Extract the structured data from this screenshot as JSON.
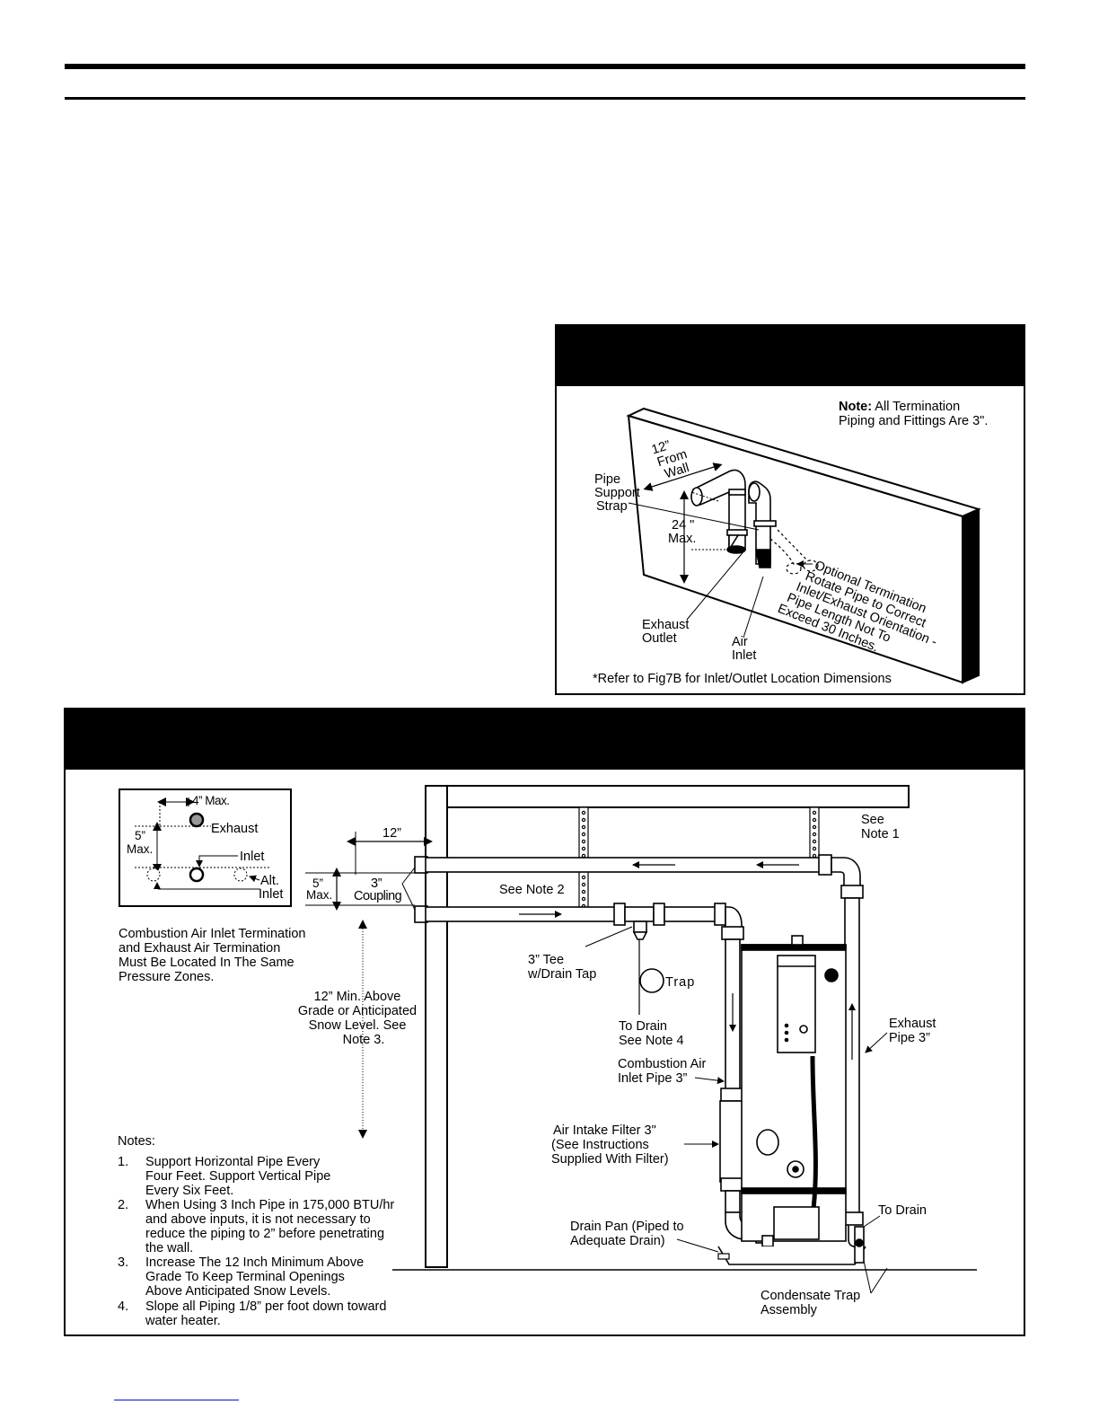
{
  "figure_a": {
    "note_bold": "Note:",
    "note_rest": "All Termination",
    "note_line2": "Piping and Fittings Are 3\".",
    "from_wall": [
      "12”",
      "From",
      "Wall"
    ],
    "pipe_support_strap": [
      "Pipe",
      "Support",
      "Strap"
    ],
    "max_24": [
      "24 \"",
      "Max."
    ],
    "exhaust_outlet": [
      "Exhaust",
      "Outlet"
    ],
    "air_inlet": [
      "Air",
      "Inlet"
    ],
    "optional_termination": [
      "Optional Termination",
      "Rotate Pipe to Correct",
      "Inlet/Exhaust Orientation -",
      "Pipe Length Not To",
      "Exceed 30 Inches."
    ],
    "refer": "*Refer to Fig7B for Inlet/Outlet Location Dimensions"
  },
  "figure_b": {
    "inset": {
      "max_4": "4” Max.",
      "exhaust": "Exhaust",
      "max_5": [
        "5”",
        "Max."
      ],
      "inlet": "Inlet",
      "alt_inlet": [
        "Alt.",
        "Inlet"
      ]
    },
    "pressure_zones": [
      "Combustion Air Inlet Termination",
      "and Exhaust Air Termination",
      "Must Be Located In The Same",
      "Pressure Zones."
    ],
    "dim_12": "12”",
    "max_5_side": [
      "5”",
      "Max."
    ],
    "coupling": [
      "3”",
      "Coupling"
    ],
    "see_note_1": [
      "See",
      "Note 1"
    ],
    "see_note_2": "See Note 2",
    "tee": [
      "3” Tee",
      "w/Drain Tap"
    ],
    "trap": "Trap",
    "to_drain_note4": [
      "To Drain",
      "See Note 4"
    ],
    "min_12": [
      "12” Min. Above",
      "Grade or Anticipated",
      "Snow Level.  See",
      "Note 3."
    ],
    "exhaust_pipe": [
      "Exhaust",
      "Pipe 3”"
    ],
    "combustion_inlet": [
      "Combustion Air",
      "Inlet Pipe 3”"
    ],
    "air_filter": [
      "Air Intake Filter 3\"",
      "(See Instructions",
      "Supplied With Filter)"
    ],
    "to_drain": "To Drain",
    "drain_pan": [
      "Drain Pan (Piped to",
      "Adequate Drain)"
    ],
    "condensate": [
      "Condensate Trap",
      "Assembly"
    ],
    "notes_title": "Notes:",
    "notes": [
      {
        "num": "1.",
        "lines": [
          "Support Horizontal Pipe Every",
          "Four Feet. Support Vertical Pipe",
          "Every Six Feet."
        ]
      },
      {
        "num": "2.",
        "lines": [
          "When Using 3 Inch Pipe in 175,000 BTU/hr",
          "and above inputs, it is not necessary to",
          "reduce the piping to 2” before penetrating",
          "the wall."
        ]
      },
      {
        "num": "3.",
        "lines": [
          "Increase The 12 Inch Minimum Above",
          "Grade To Keep Terminal Openings",
          "Above Anticipated Snow Levels."
        ]
      },
      {
        "num": "4.",
        "lines": [
          "Slope all Piping 1/8” per foot down toward",
          "water heater."
        ]
      }
    ]
  }
}
